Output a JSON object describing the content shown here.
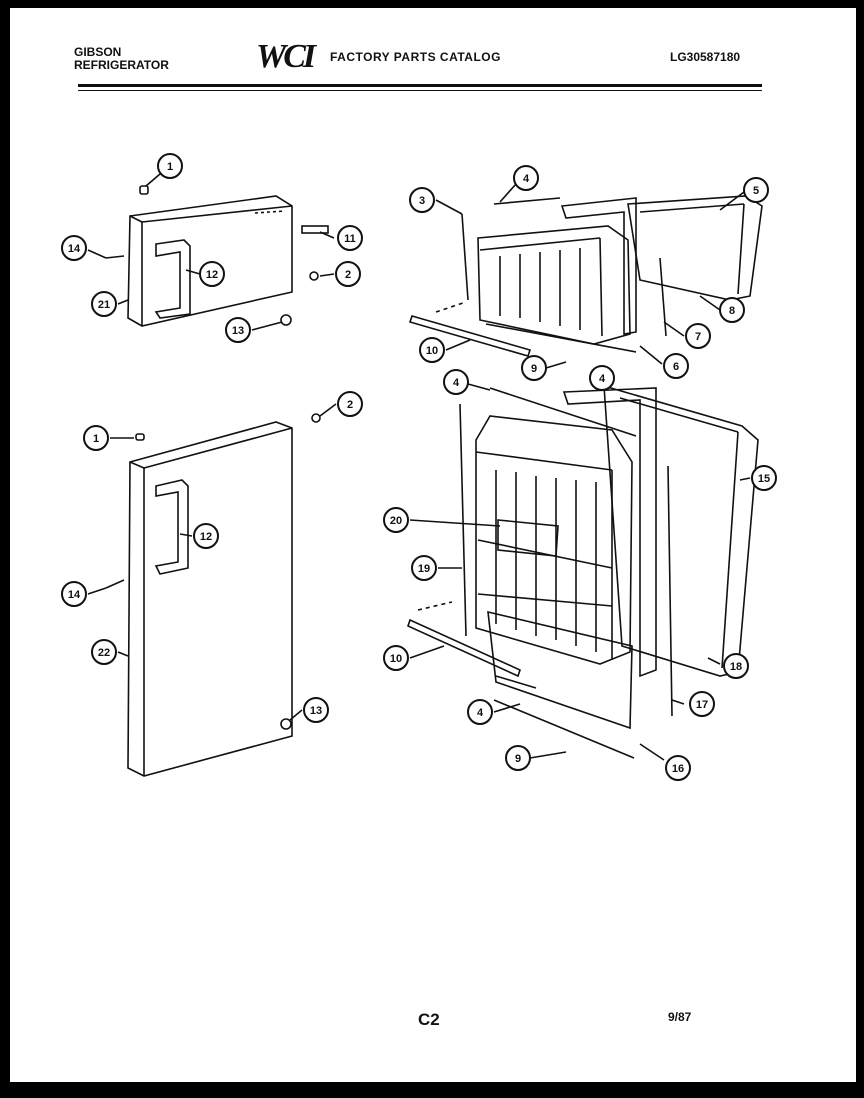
{
  "header": {
    "brand_line1": "GIBSON",
    "brand_line2": "REFRIGERATOR",
    "logo": "WCI",
    "catalog_title": "FACTORY PARTS CATALOG",
    "part_number": "LG30587180"
  },
  "footer": {
    "page_code": "C2",
    "date": "9/87"
  },
  "callouts": [
    {
      "id": "c1a",
      "label": "1"
    },
    {
      "id": "c11",
      "label": "11"
    },
    {
      "id": "c14a",
      "label": "14"
    },
    {
      "id": "c12a",
      "label": "12"
    },
    {
      "id": "c2a",
      "label": "2"
    },
    {
      "id": "c21",
      "label": "21"
    },
    {
      "id": "c13a",
      "label": "13"
    },
    {
      "id": "c2b",
      "label": "2"
    },
    {
      "id": "c1b",
      "label": "1"
    },
    {
      "id": "c12b",
      "label": "12"
    },
    {
      "id": "c14b",
      "label": "14"
    },
    {
      "id": "c22",
      "label": "22"
    },
    {
      "id": "c13b",
      "label": "13"
    },
    {
      "id": "c4a",
      "label": "4"
    },
    {
      "id": "c5",
      "label": "5"
    },
    {
      "id": "c3",
      "label": "3"
    },
    {
      "id": "c8a",
      "label": "8"
    },
    {
      "id": "c7",
      "label": "7"
    },
    {
      "id": "c10a",
      "label": "10"
    },
    {
      "id": "c9a",
      "label": "9"
    },
    {
      "id": "c6",
      "label": "6"
    },
    {
      "id": "c4b",
      "label": "4"
    },
    {
      "id": "c4c",
      "label": "4"
    },
    {
      "id": "c15",
      "label": "15"
    },
    {
      "id": "c20",
      "label": "20"
    },
    {
      "id": "c19",
      "label": "19"
    },
    {
      "id": "c10b",
      "label": "10"
    },
    {
      "id": "c18",
      "label": "18"
    },
    {
      "id": "c17",
      "label": "17"
    },
    {
      "id": "c4d",
      "label": "4"
    },
    {
      "id": "c9b",
      "label": "9"
    },
    {
      "id": "c16",
      "label": "16"
    }
  ]
}
